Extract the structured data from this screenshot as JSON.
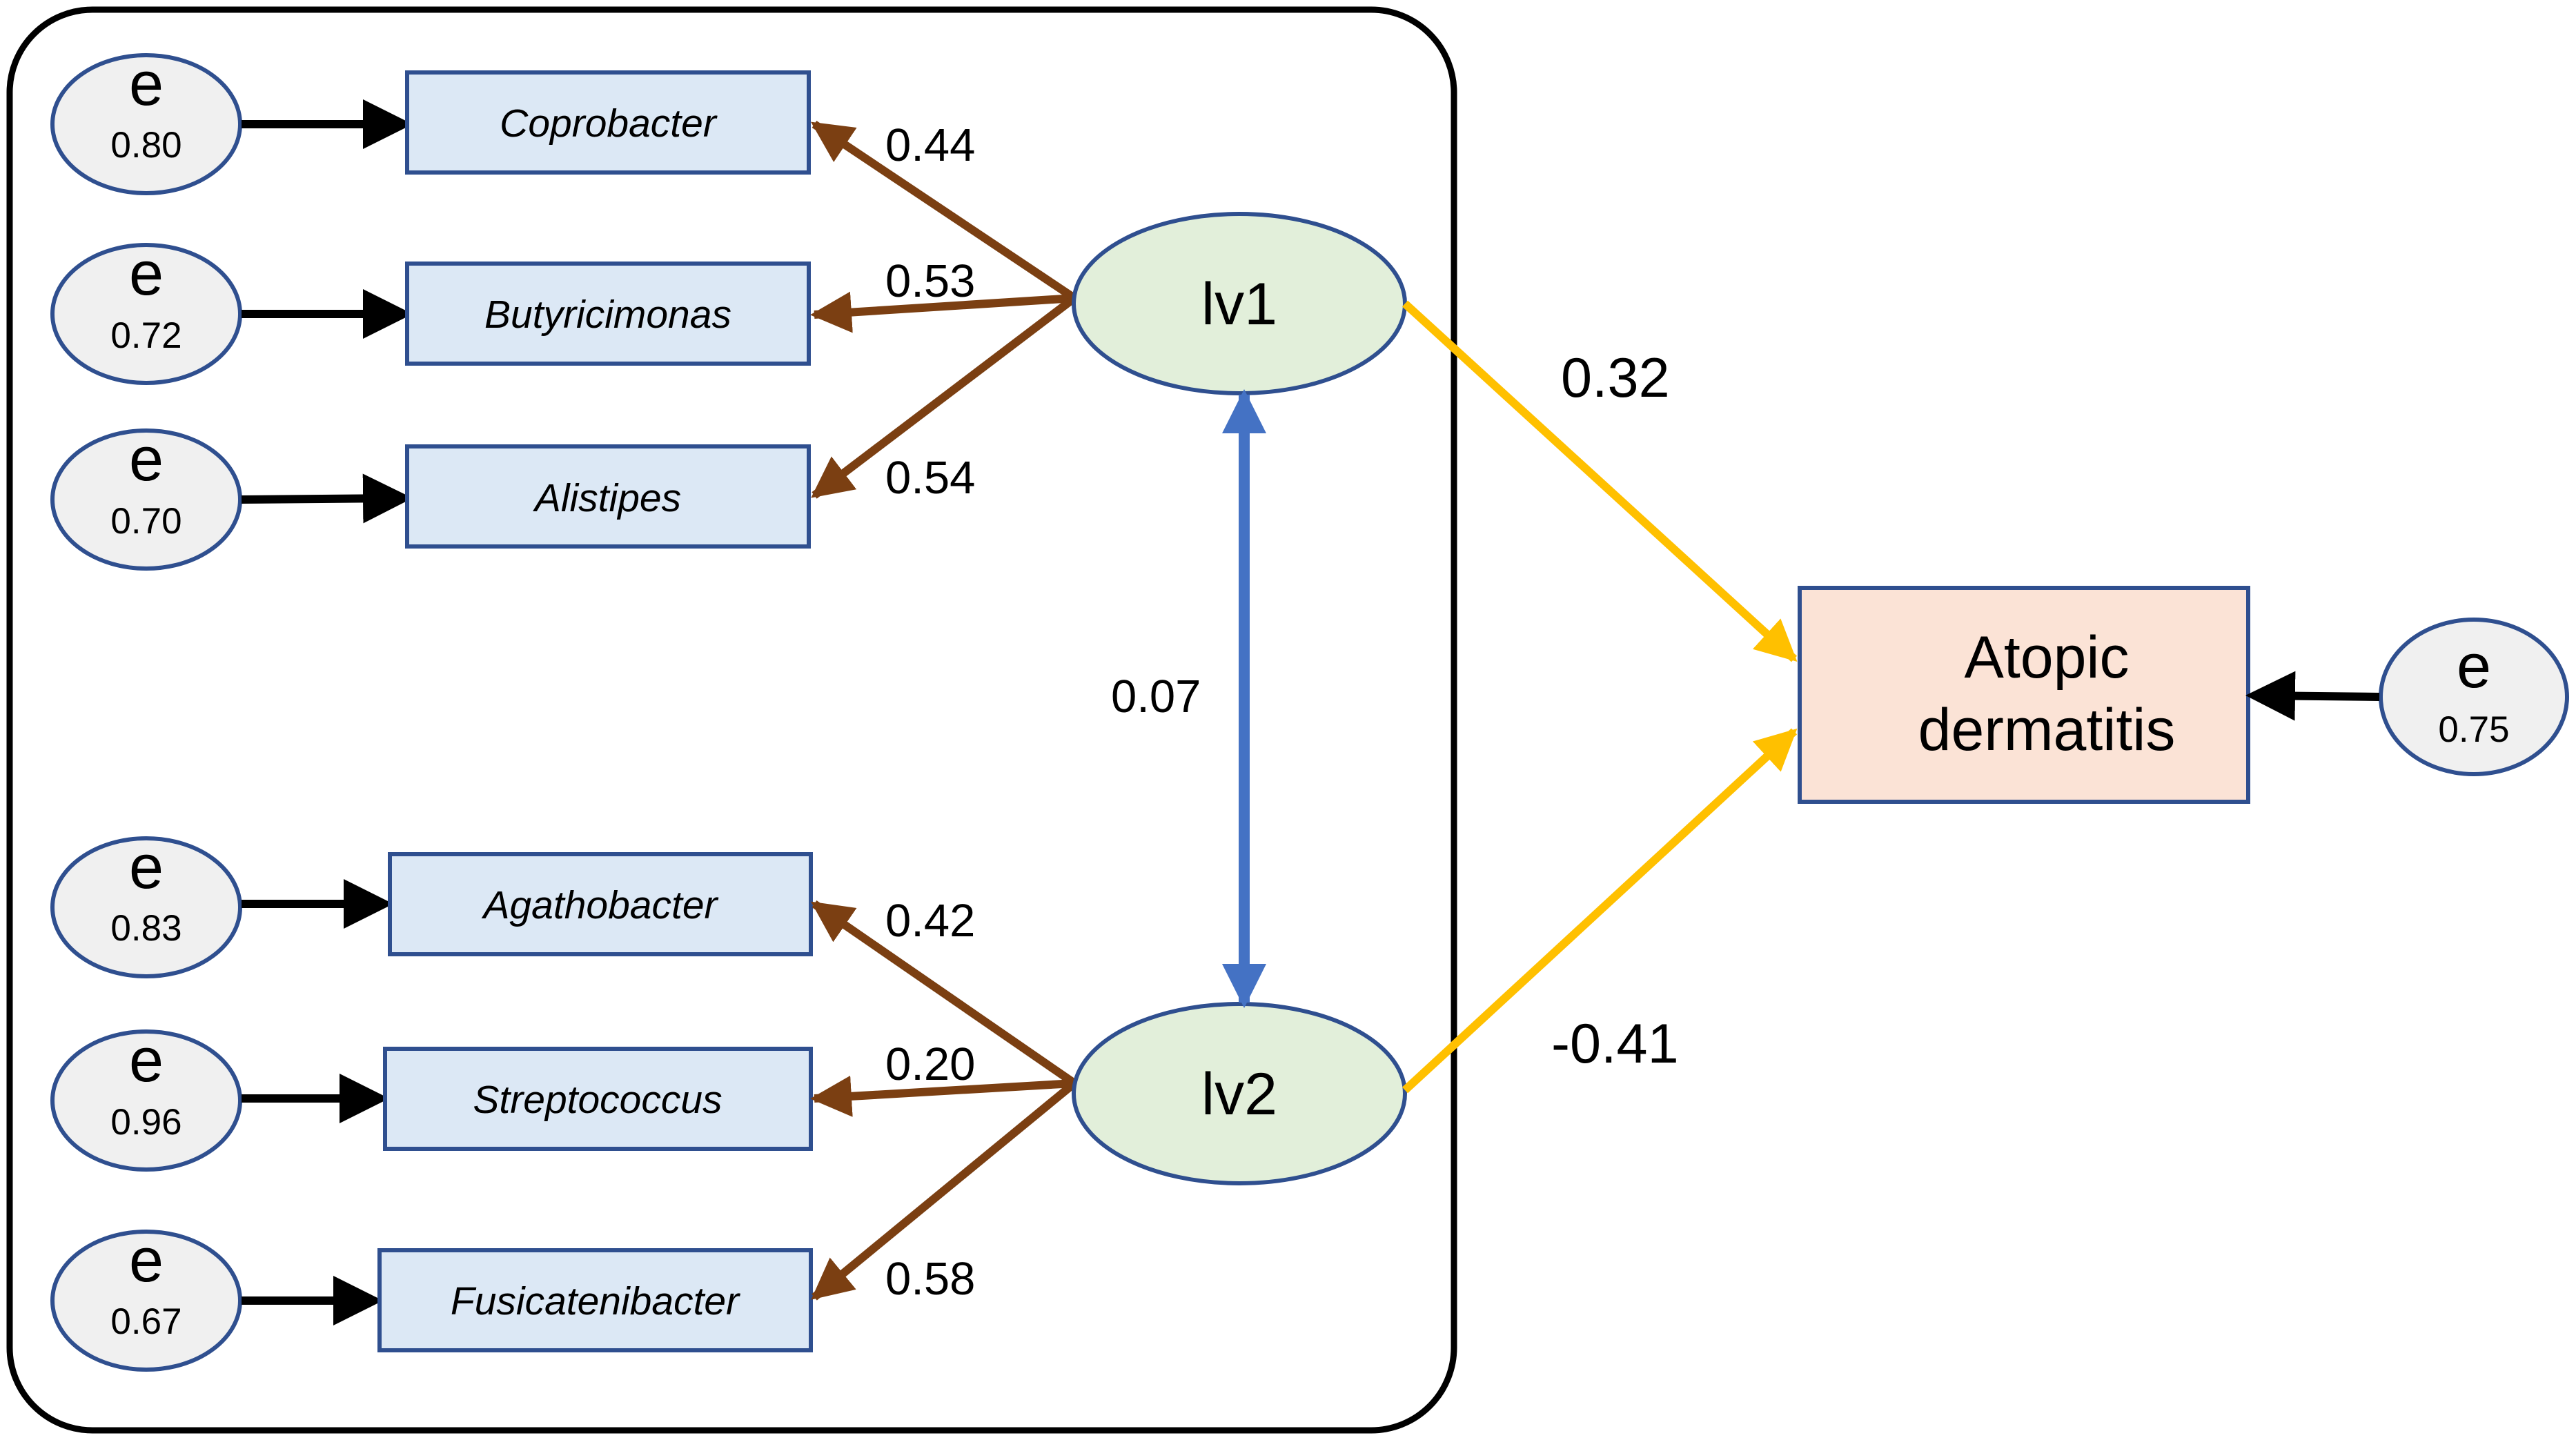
{
  "colors": {
    "error_fill": "#f0f0f0",
    "error_stroke": "#2f4f8f",
    "indicator_fill": "#dce8f5",
    "indicator_stroke": "#2f4f8f",
    "latent_fill": "#e2efda",
    "latent_stroke": "#2f4f8f",
    "outcome_fill": "#fbe3d6",
    "outcome_stroke": "#2f4f8f",
    "loading_arrow": "#7b3f12",
    "error_arrow": "#000000",
    "covariance_arrow": "#4472c4",
    "path_arrow": "#ffc000",
    "frame": "#000000"
  },
  "error_symbol": "e",
  "latents": [
    {
      "label": "lv1",
      "indicators": [
        {
          "name": "Coprobacter",
          "loading": "0.44",
          "error": "0.80"
        },
        {
          "name": "Butyricimonas",
          "loading": "0.53",
          "error": "0.72"
        },
        {
          "name": "Alistipes",
          "loading": "0.54",
          "error": "0.70"
        }
      ],
      "path_to_outcome": "0.32"
    },
    {
      "label": "lv2",
      "indicators": [
        {
          "name": "Agathobacter",
          "loading": "0.42",
          "error": "0.83"
        },
        {
          "name": "Streptococcus",
          "loading": "0.20",
          "error": "0.96"
        },
        {
          "name": "Fusicatenibacter",
          "loading": "0.58",
          "error": "0.67"
        }
      ],
      "path_to_outcome": "-0.41"
    }
  ],
  "covariance": "0.07",
  "outcome": {
    "label_lines": [
      "Atopic",
      "dermatitis"
    ],
    "error": "0.75"
  }
}
